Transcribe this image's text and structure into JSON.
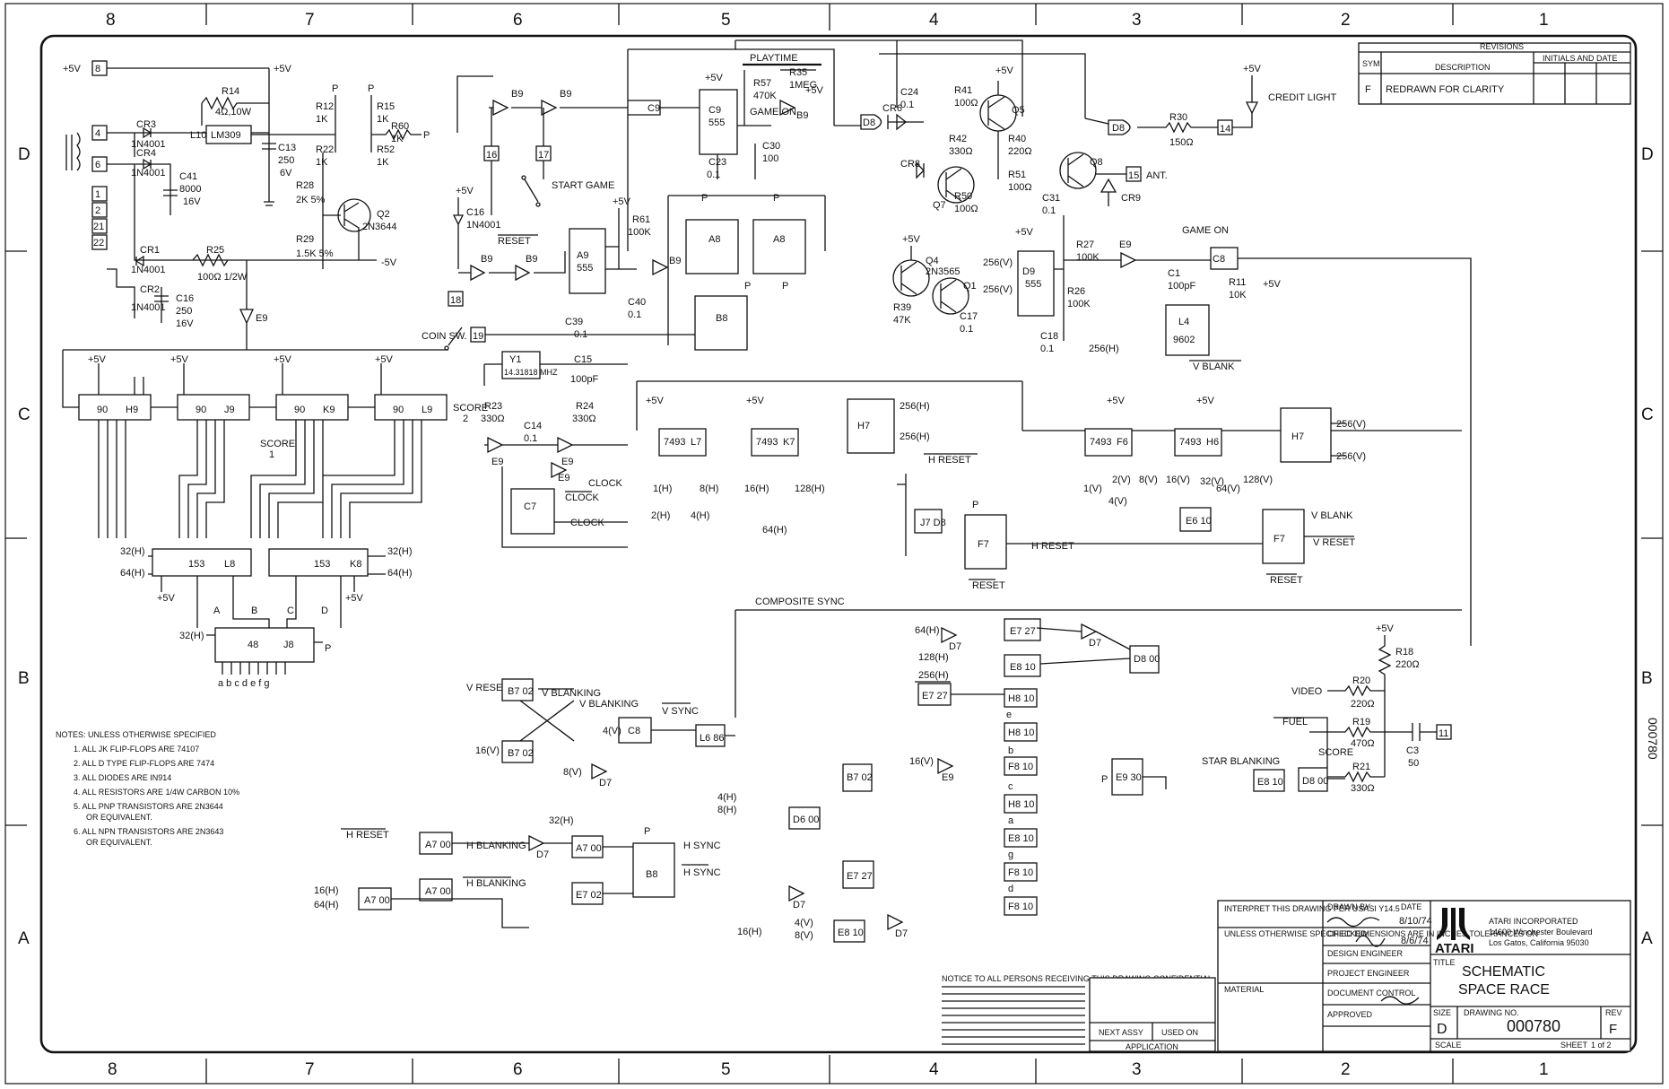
{
  "zones": {
    "top": [
      "8",
      "7",
      "6",
      "5",
      "4",
      "3",
      "2",
      "1"
    ],
    "bottom": [
      "8",
      "7",
      "6",
      "5",
      "4",
      "3",
      "2",
      "1"
    ],
    "rows": [
      "D",
      "C",
      "B",
      "A"
    ]
  },
  "power": {
    "vcc": "+5V",
    "vee": "-5V",
    "p": "P"
  },
  "pins": [
    "4",
    "6",
    "1",
    "2",
    "21",
    "22",
    "8",
    "16",
    "17",
    "18",
    "19",
    "14",
    "15",
    "11"
  ],
  "components": [
    {
      "ref": "R14",
      "val": "4Ω,10W"
    },
    {
      "ref": "L10",
      "val": "LM309"
    },
    {
      "ref": "C13",
      "val": "250 6V"
    },
    {
      "ref": "C41",
      "val": "8000 16V"
    },
    {
      "ref": "CR3",
      "val": "1N4001"
    },
    {
      "ref": "CR4",
      "val": "1N4001"
    },
    {
      "ref": "R12",
      "val": "1K"
    },
    {
      "ref": "R15",
      "val": "1K"
    },
    {
      "ref": "R60",
      "val": "1K"
    },
    {
      "ref": "R22",
      "val": "1K"
    },
    {
      "ref": "R52",
      "val": "1K"
    },
    {
      "ref": "R28",
      "val": "2K 5%"
    },
    {
      "ref": "R29",
      "val": "1.5K 5%"
    },
    {
      "ref": "Q2",
      "val": "2N3644"
    },
    {
      "ref": "CR1",
      "val": "1N4001"
    },
    {
      "ref": "CR2",
      "val": "1N4001"
    },
    {
      "ref": "R25",
      "val": "100Ω 1/2W"
    },
    {
      "ref": "C16",
      "val": "250 16V"
    },
    {
      "ref": "C9",
      "val": "555"
    },
    {
      "ref": "R57",
      "val": "470K"
    },
    {
      "ref": "R35",
      "val": "1MEG"
    },
    {
      "ref": "C23",
      "val": "0.1"
    },
    {
      "ref": "C30",
      "val": "100"
    },
    {
      "ref": "A9",
      "val": "555"
    },
    {
      "ref": "R61",
      "val": "100K"
    },
    {
      "ref": "C39",
      "val": "0.1"
    },
    {
      "ref": "C40",
      "val": "0.1"
    },
    {
      "ref": "C24",
      "val": "0.1"
    },
    {
      "ref": "R41",
      "val": "100Ω"
    },
    {
      "ref": "R42",
      "val": "330Ω"
    },
    {
      "ref": "R40",
      "val": "220Ω"
    },
    {
      "ref": "R51",
      "val": "100Ω"
    },
    {
      "ref": "R50",
      "val": "100Ω"
    },
    {
      "ref": "C31",
      "val": "0.1"
    },
    {
      "ref": "R30",
      "val": "150Ω"
    },
    {
      "ref": "Q4",
      "val": "2N3565"
    },
    {
      "ref": "R39",
      "val": "47K"
    },
    {
      "ref": "C17",
      "val": "0.1"
    },
    {
      "ref": "D9",
      "val": "555"
    },
    {
      "ref": "R27",
      "val": "100K"
    },
    {
      "ref": "R26",
      "val": "100K"
    },
    {
      "ref": "C18",
      "val": "0.1"
    },
    {
      "ref": "C1",
      "val": "100pF"
    },
    {
      "ref": "R11",
      "val": "10K"
    },
    {
      "ref": "L4",
      "val": "9602"
    },
    {
      "ref": "Y1",
      "val": "14.31818 MHZ"
    },
    {
      "ref": "C15",
      "val": "100pF"
    },
    {
      "ref": "R23",
      "val": "330Ω"
    },
    {
      "ref": "R24",
      "val": "330Ω"
    },
    {
      "ref": "C14",
      "val": "0.1"
    },
    {
      "ref": "R18",
      "val": "220Ω"
    },
    {
      "ref": "R20",
      "val": "220Ω"
    },
    {
      "ref": "R19",
      "val": "470Ω"
    },
    {
      "ref": "R21",
      "val": "330Ω"
    },
    {
      "ref": "C3",
      "val": "50"
    }
  ],
  "ics": {
    "counters": [
      "7493",
      "7493",
      "7493",
      "7493"
    ],
    "score": [
      "90",
      "90",
      "90",
      "90"
    ],
    "mux": [
      "153",
      "153"
    ],
    "decoder": "48"
  },
  "labels": {
    "playtime": "PLAYTIME",
    "game_on": "GAME ON",
    "start_game": "START GAME",
    "coin_sw": "COIN SW.",
    "reset": "RESET",
    "credit_light": "CREDIT LIGHT",
    "ant": "ANT.",
    "game_on2": "GAME ON",
    "v_blank": "V BLANK",
    "score": "SCORE",
    "clock": "CLOCK",
    "h_reset": "H RESET",
    "v_reset": "V RESET",
    "composite_sync": "COMPOSITE SYNC",
    "v_blanking": "V BLANKING",
    "h_blanking": "H BLANKING",
    "v_sync": "V SYNC",
    "h_sync": "H SYNC",
    "video": "VIDEO",
    "fuel": "FUEL",
    "star_blanking": "STAR BLANKING",
    "segments": "a b c d e f g"
  },
  "notes": {
    "heading": "NOTES: UNLESS OTHERWISE SPECIFIED",
    "items": [
      "1. ALL JK FLIP-FLOPS ARE 74107",
      "2. ALL D TYPE FLIP-FLOPS ARE 7474",
      "3. ALL DIODES ARE IN914",
      "4. ALL RESISTORS ARE 1/4W CARBON 10%",
      "5. ALL PNP TRANSISTORS ARE 2N3644",
      "OR EQUIVALENT.",
      "6. ALL NPN TRANSISTORS ARE 2N3643",
      "OR EQUIVALENT."
    ]
  },
  "revisions": {
    "title": "REVISIONS",
    "headers": [
      "SYM",
      "DESCRIPTION",
      "INITIALS AND DATE"
    ],
    "row": {
      "sym": "F",
      "desc": "REDRAWN FOR CLARITY"
    }
  },
  "title_block": {
    "company": "ATARI INCORPORATED",
    "address1": "14600 Winchester Boulevard",
    "address2": "Los Gatos, California 95030",
    "logo": "ATARI",
    "title_label": "TITLE",
    "title1": "SCHEMATIC",
    "title2": "SPACE RACE",
    "size_label": "SIZE",
    "size": "D",
    "drawing_no_label": "DRAWING NO.",
    "drawing_no": "000780",
    "rev_label": "REV",
    "rev": "F",
    "scale_label": "SCALE",
    "sheet_label": "SHEET",
    "sheet": "1 of 2",
    "drawn_by": "DRAWN BY",
    "checked": "CHECKED",
    "design_engineer": "DESIGN ENGINEER",
    "project_engineer": "PROJECT ENGINEER",
    "document_control": "DOCUMENT CONTROL",
    "approved": "APPROVED",
    "date_label": "DATE",
    "date1": "8/10/74",
    "date2": "8/6/74",
    "interpret": "INTERPRET THIS DRAWING PER USASI Y14.5",
    "tolerances": "UNLESS OTHERWISE SPECIFIED DIMENSIONS ARE IN INCHES TOLERANCES ON",
    "material": "MATERIAL",
    "next_assy": "NEXT ASSY",
    "used_on": "USED ON",
    "application": "APPLICATION",
    "notice": "NOTICE TO ALL PERSONS RECEIVING THIS DRAWING CONFIDENTIAL"
  },
  "side_number": "000780"
}
